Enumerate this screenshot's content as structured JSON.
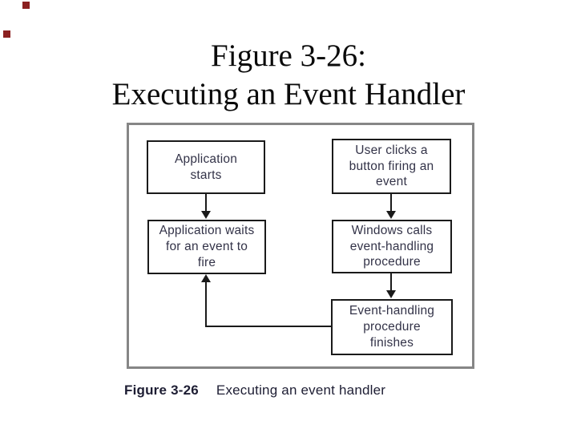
{
  "slide": {
    "title_line1": "Figure 3-26:",
    "title_line2": "Executing an Event Handler"
  },
  "diagram": {
    "boxes": [
      {
        "id": "application-starts",
        "label": "Application\nstarts"
      },
      {
        "id": "user-clicks-button",
        "label": "User clicks a\nbutton firing an\nevent"
      },
      {
        "id": "application-waits",
        "label": "Application waits\nfor an event to\nfire"
      },
      {
        "id": "windows-calls-procedure",
        "label": "Windows calls\nevent-handling\nprocedure"
      },
      {
        "id": "procedure-finishes",
        "label": "Event-handling\nprocedure\nfinishes"
      }
    ],
    "edges": [
      {
        "from": "application-starts",
        "to": "application-waits"
      },
      {
        "from": "user-clicks-button",
        "to": "windows-calls-procedure"
      },
      {
        "from": "windows-calls-procedure",
        "to": "procedure-finishes"
      },
      {
        "from": "procedure-finishes",
        "to": "application-waits"
      }
    ]
  },
  "caption": {
    "label": "Figure 3-26",
    "text": "Executing an event handler"
  },
  "colors": {
    "decor_square": "#8b2020",
    "frame_border": "#868686",
    "box_border": "#1a1a1a",
    "box_text": "#333348",
    "caption_text": "#1d1d33",
    "title_text": "#0a0a0a",
    "background": "#ffffff"
  }
}
